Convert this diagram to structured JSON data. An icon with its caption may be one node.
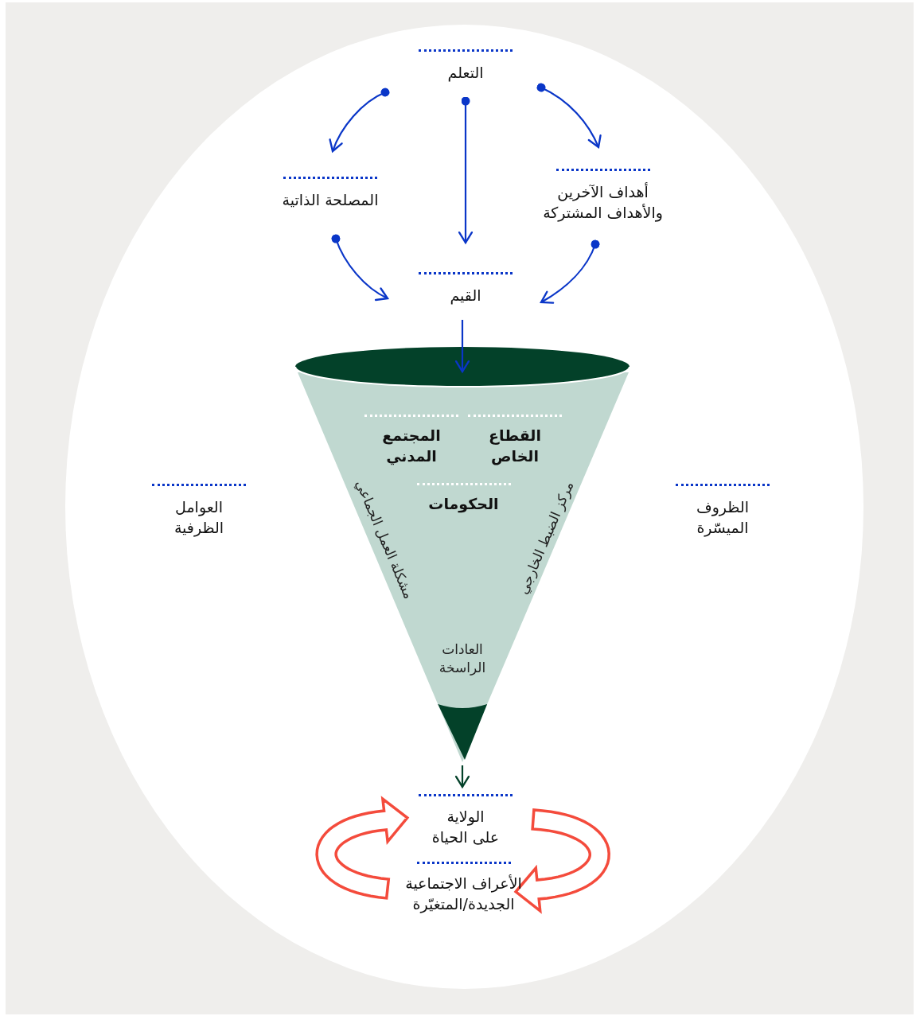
{
  "diagram": {
    "nodes": [
      {
        "text": [
          "التعلم"
        ]
      },
      {
        "text": [
          "المصلحة الذاتية"
        ]
      },
      {
        "text": [
          "أهداف الآخرين والأهداف المشتركة"
        ]
      },
      {
        "text": [
          "القيم"
        ]
      },
      {
        "text": [],
        "shape": "funnel"
      },
      {
        "text": [
          "القطاع الخاص"
        ],
        "in": 4
      },
      {
        "text": [
          "المجتمع المدني"
        ],
        "in": 4
      },
      {
        "text": [
          "الحكومات"
        ],
        "in": 4
      },
      {
        "text": [
          "العوامل الظرفية"
        ]
      },
      {
        "text": [
          "الظروف الميسّرة"
        ]
      },
      {
        "text": [
          "الولاية على الحياة"
        ]
      },
      {
        "text": [
          "الأعراف الاجتماعية الجديدة/المتغيّرة"
        ]
      }
    ],
    "edges": [
      {
        "from": 0,
        "to": 1,
        "arrow": "to"
      },
      {
        "from": 0,
        "to": 2,
        "arrow": "to"
      },
      {
        "from": 0,
        "to": 3,
        "arrow": "to"
      },
      {
        "from": 1,
        "to": 3,
        "arrow": "to"
      },
      {
        "from": 2,
        "to": 3,
        "arrow": "to"
      },
      {
        "from": 3,
        "to": 4,
        "arrow": "to"
      },
      {
        "from": 4,
        "to": 10,
        "arrow": "to",
        "color": "#034129"
      },
      {
        "from": 11,
        "to": 10,
        "arrow": "to",
        "style": "thick",
        "color": "#f44b3c"
      },
      {
        "from": 10,
        "to": 11,
        "arrow": "to",
        "style": "thick",
        "color": "#f44b3c"
      }
    ],
    "labels": [
      "مشكلة العمل الجماعي",
      "مركز الضبط الخارجي",
      "العادات الراسخة"
    ]
  }
}
